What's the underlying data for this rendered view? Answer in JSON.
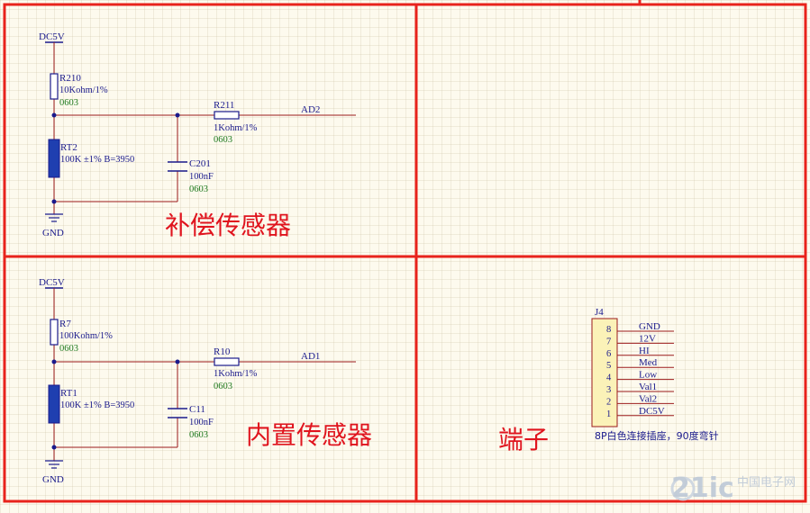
{
  "sections": {
    "compensation": {
      "title": "补偿传感器",
      "power_label": "DC5V",
      "gnd_label": "GND",
      "r_top": {
        "designator": "R210",
        "value": "10Kohm/1%",
        "package": "0603"
      },
      "thermistor": {
        "designator": "RT2",
        "value": "100K ±1% B=3950"
      },
      "r_series": {
        "designator": "R211",
        "value": "1Kohm/1%",
        "package": "0603"
      },
      "cap": {
        "designator": "C201",
        "value": "100nF",
        "package": "0603"
      },
      "net": "AD2"
    },
    "builtin": {
      "title": "内置传感器",
      "power_label": "DC5V",
      "gnd_label": "GND",
      "r_top": {
        "designator": "R7",
        "value": "100Kohm/1%",
        "package": "0603"
      },
      "thermistor": {
        "designator": "RT1",
        "value": "100K ±1% B=3950"
      },
      "r_series": {
        "designator": "R10",
        "value": "1Kohm/1%",
        "package": "0603"
      },
      "cap": {
        "designator": "C11",
        "value": "100nF",
        "package": "0603"
      },
      "net": "AD1"
    },
    "terminal": {
      "title": "端子",
      "designator": "J4",
      "description": "8P白色连接插座，90度弯针",
      "pins": [
        {
          "num": "8",
          "signal": "GND"
        },
        {
          "num": "7",
          "signal": "12V"
        },
        {
          "num": "6",
          "signal": "HI"
        },
        {
          "num": "5",
          "signal": "Med"
        },
        {
          "num": "4",
          "signal": "Low"
        },
        {
          "num": "3",
          "signal": "Val1"
        },
        {
          "num": "2",
          "signal": "Val2"
        },
        {
          "num": "1",
          "signal": "DC5V"
        }
      ]
    }
  },
  "watermark": {
    "brand": "21ic",
    "site": "中国电子网"
  },
  "colors": {
    "border": "#e8231c",
    "wire": "#9b1b1b",
    "component": "#1a1a8c",
    "thermistor_fill": "#1f3fb0",
    "connector_fill": "#fbf2b8"
  }
}
